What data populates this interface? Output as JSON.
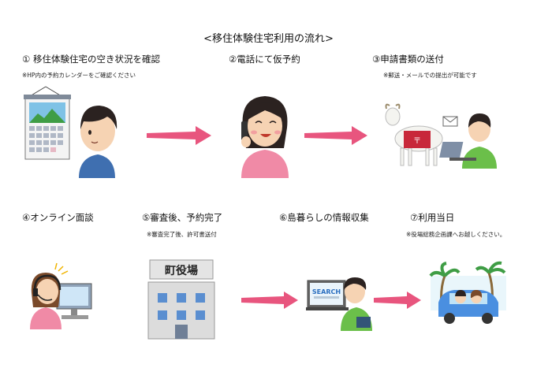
{
  "title": "<移住体験住宅利用の流れ>",
  "steps": [
    {
      "label": "① 移住体験住宅の空き状況を確認",
      "note": "※HP内の予約カレンダーをご確認ください"
    },
    {
      "label": "②電話にて仮予約",
      "note": ""
    },
    {
      "label": "③申請書類の送付",
      "note": "※郵送・メールでの提出が可能です"
    },
    {
      "label": "④オンライン面談",
      "note": ""
    },
    {
      "label": "⑤審査後、予約完了",
      "note": "※審査完了後、許可書送付"
    },
    {
      "label": "⑥島暮らしの情報収集",
      "note": ""
    },
    {
      "label": "⑦利用当日",
      "note": "※役場総務企画課へお越しください。"
    }
  ],
  "illustrations": {
    "town_hall_sign": "町役場",
    "search_screen_text": "SEARCH",
    "postbox_mark": "〒"
  },
  "colors": {
    "arrow": "#e8557e",
    "skin": "#f6d3b3",
    "hair": "#2b2220",
    "shirt_blue": "#3f6fb0",
    "shirt_pink": "#f08aa6",
    "shirt_green": "#6bbf4a",
    "building": "#dcdcdc",
    "window": "#5a8ed0"
  }
}
